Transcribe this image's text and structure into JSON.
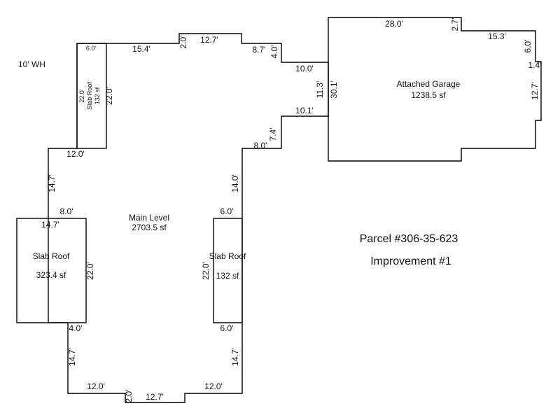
{
  "labels": {
    "wh": "10' WH",
    "main_name": "Main Level",
    "main_area": "2703.5 sf",
    "garage_name": "Attached Garage",
    "garage_area": "1238.5 sf",
    "slab_top_name": "Slab Roof",
    "slab_top_area": "132 sf",
    "slab_left_name": "Slab Roof",
    "slab_left_area": "323.4 sf",
    "slab_right_name": "Slab Roof",
    "slab_right_area": "132 sf",
    "parcel": "Parcel #306-35-623",
    "improvement": "Improvement #1"
  },
  "dims": {
    "top_slab_w": "6.0'",
    "top_slab_in": "22.0'",
    "top_slab_out": "22.0'",
    "top_15_4": "15.4'",
    "top_2_0": "2.0'",
    "top_12_7": "12.7'",
    "top_8_7": "8.7'",
    "top_4_0": "4.0'",
    "conn_10_0": "10.0'",
    "conn_11_3": "11.3'",
    "conn_10_1": "10.1'",
    "stair_7_4": "7.4'",
    "stair_8_0": "8.0'",
    "right_14_0": "14.0'",
    "left_12_0": "12.0'",
    "left_14_7": "14.7'",
    "left_8_0": "8.0'",
    "lslab_14_7": "14.7'",
    "lslab_22_0": "22.0'",
    "lslab_4_0": "4.0'",
    "rslab_6_0_top": "6.0'",
    "rslab_22_0": "22.0'",
    "rslab_6_0_bot": "6.0'",
    "bot_left_14_7": "14.7'",
    "bot_right_14_7": "14.7'",
    "bot_12_0_l": "12.0'",
    "bot_2_0": "2.0'",
    "bot_12_7": "12.7'",
    "bot_12_0_r": "12.0'",
    "gar_28_0": "28.0'",
    "gar_30_1": "30.1'",
    "gar_2_7": "2.7'",
    "gar_15_3": "15.3'",
    "gar_6_0": "6.0'",
    "gar_1_4": "1.4'",
    "gar_12_7": "12.7'"
  }
}
